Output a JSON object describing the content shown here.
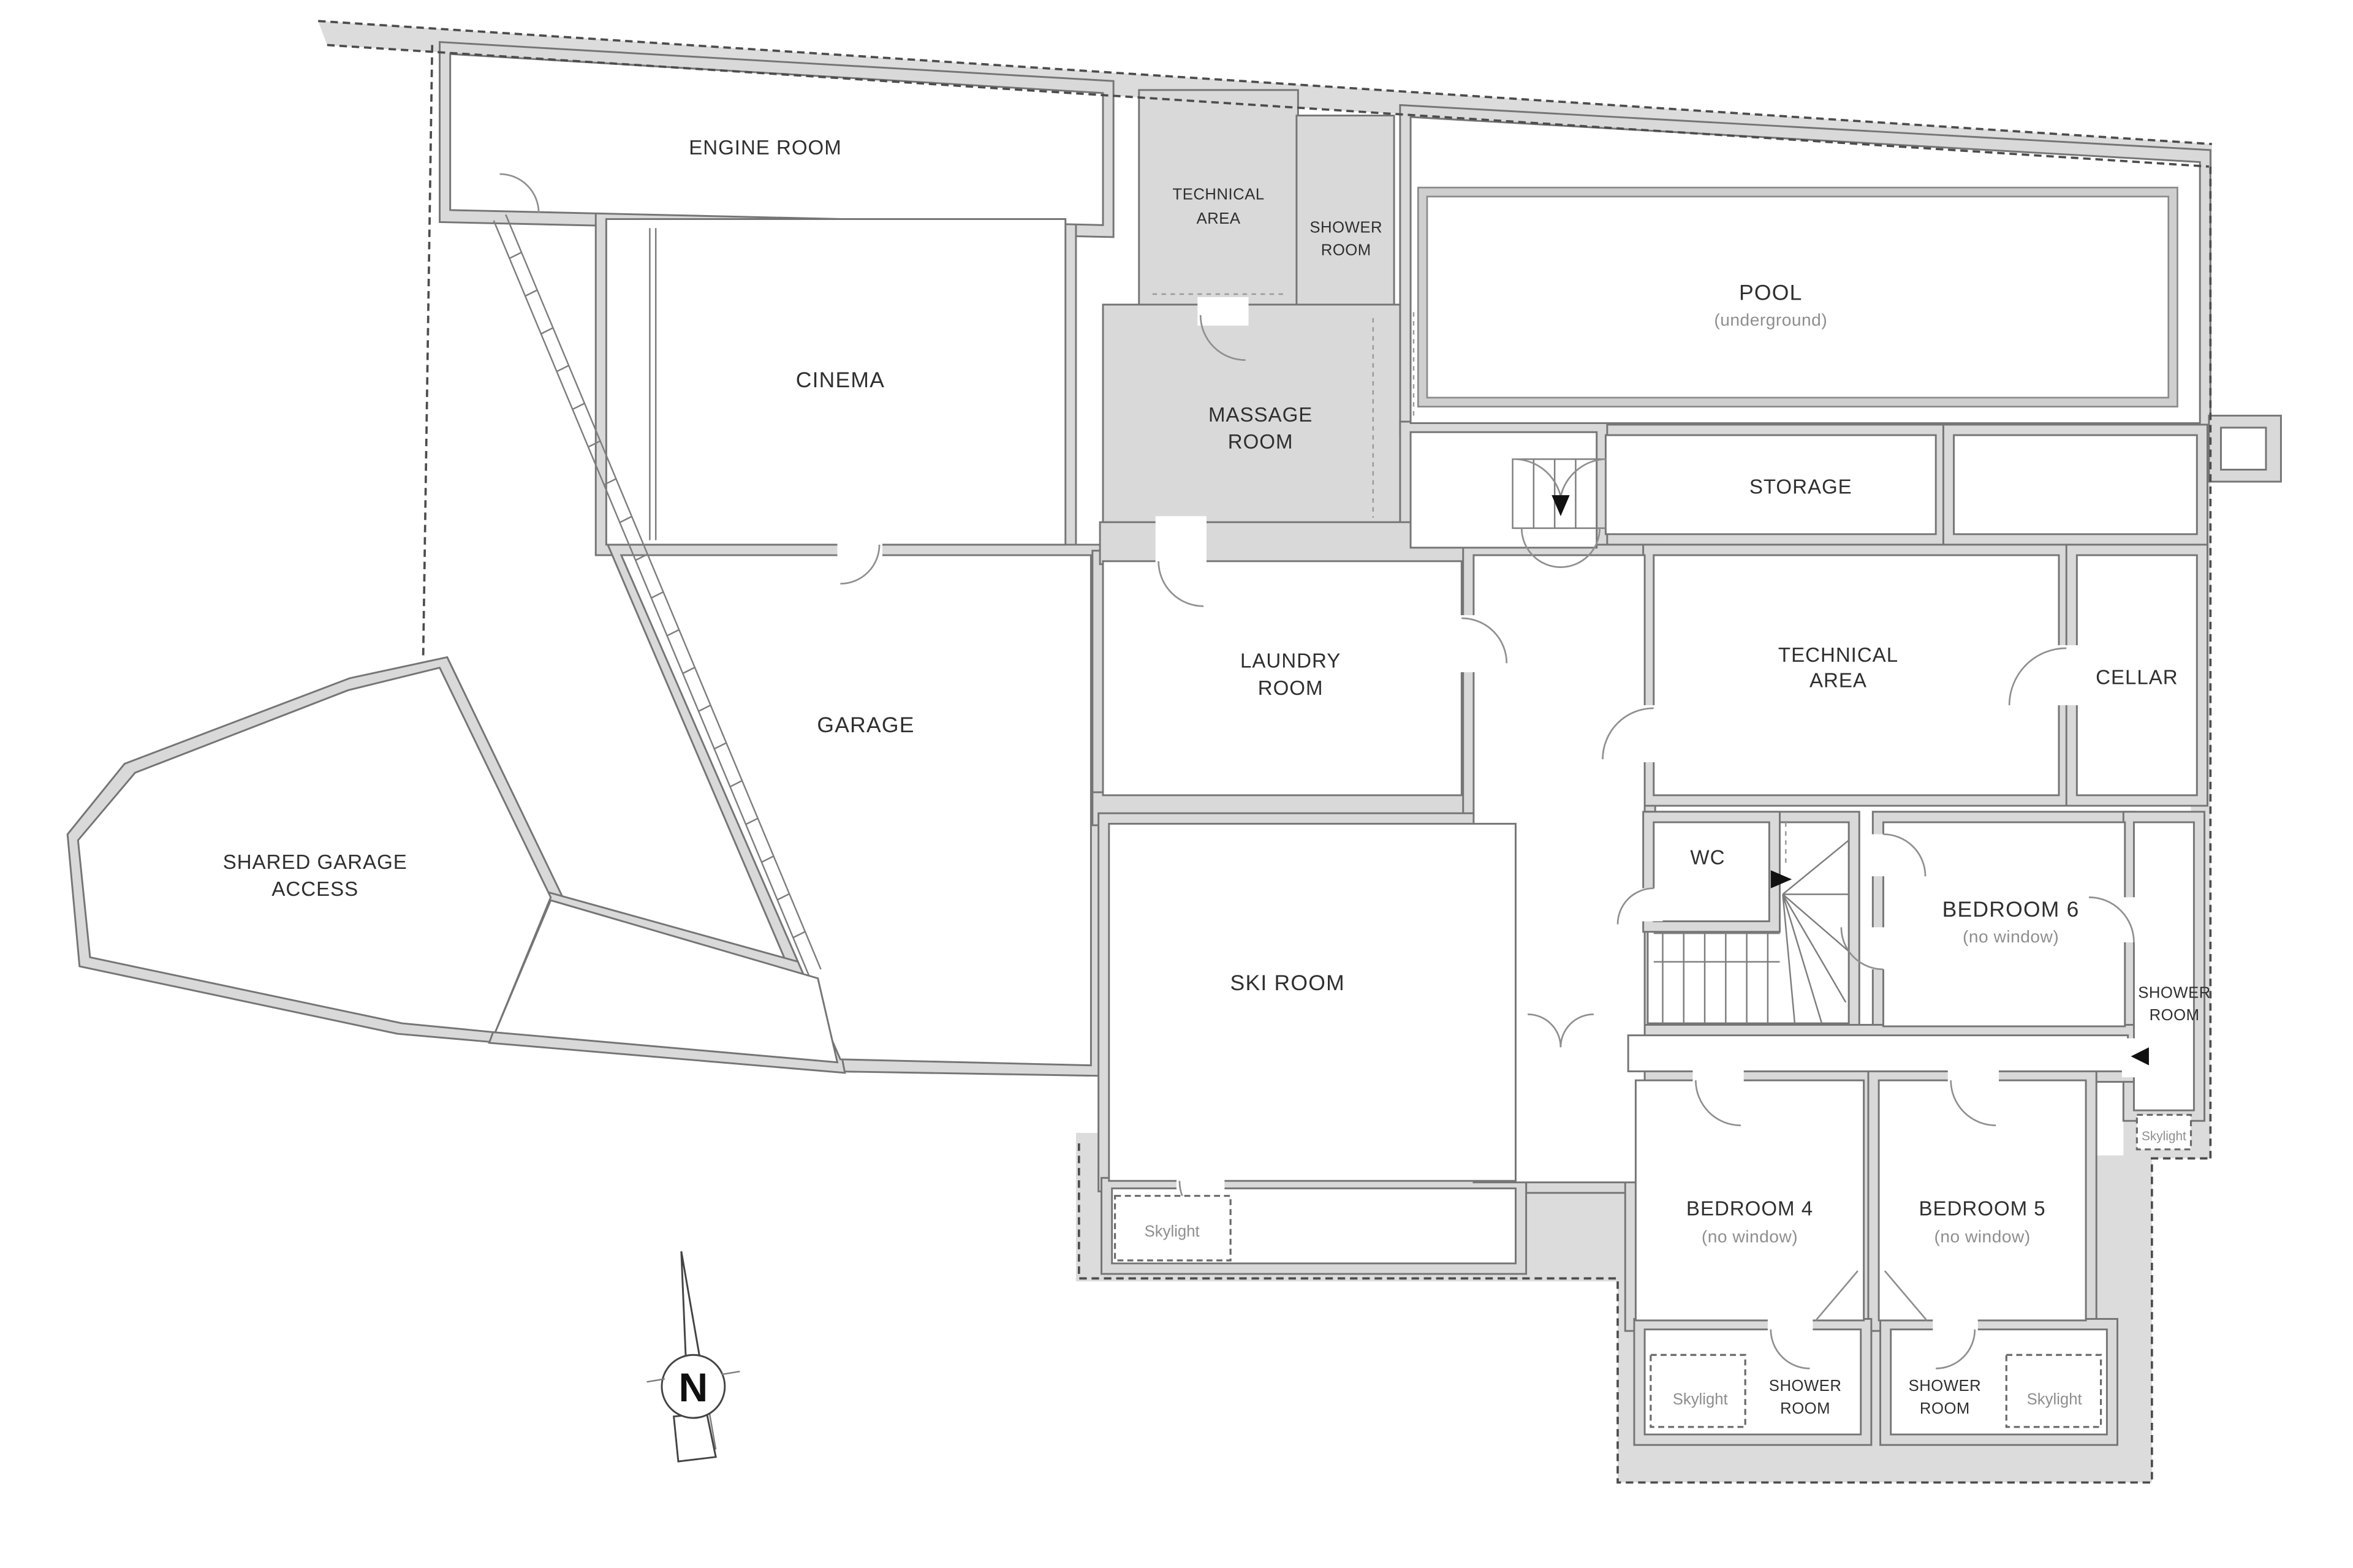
{
  "plan": {
    "compass": {
      "north_label": "N"
    },
    "rooms": {
      "engine_room": {
        "label": "ENGINE ROOM"
      },
      "technical_area_top": {
        "lines": [
          "TECHNICAL",
          "AREA"
        ]
      },
      "shower_room_top": {
        "lines": [
          "SHOWER",
          "ROOM"
        ]
      },
      "pool": {
        "label": "POOL",
        "sublabel": "(underground)"
      },
      "cinema": {
        "label": "CINEMA"
      },
      "massage_room": {
        "lines": [
          "MASSAGE",
          "ROOM"
        ]
      },
      "storage": {
        "label": "STORAGE"
      },
      "laundry_room": {
        "lines": [
          "LAUNDRY",
          "ROOM"
        ]
      },
      "technical_area_mid": {
        "lines": [
          "TECHNICAL",
          "AREA"
        ]
      },
      "cellar": {
        "label": "CELLAR"
      },
      "garage": {
        "label": "GARAGE"
      },
      "shared_garage_access": {
        "lines": [
          "SHARED GARAGE",
          "ACCESS"
        ]
      },
      "wc": {
        "label": "WC"
      },
      "bedroom_6": {
        "label": "BEDROOM 6",
        "sublabel": "(no window)"
      },
      "shower_room_bedroom6": {
        "lines": [
          "SHOWER",
          "ROOM"
        ]
      },
      "skylight_bedroom6": {
        "label": "Skylight"
      },
      "ski_room": {
        "label": "SKI ROOM"
      },
      "skylight_ski_room": {
        "label": "Skylight"
      },
      "bedroom_4": {
        "label": "BEDROOM 4",
        "sublabel": "(no window)"
      },
      "bedroom_5": {
        "label": "BEDROOM 5",
        "sublabel": "(no window)"
      },
      "skylight_bedroom4": {
        "label": "Skylight"
      },
      "shower_room_bedroom4": {
        "lines": [
          "SHOWER",
          "ROOM"
        ]
      },
      "shower_room_bedroom5": {
        "lines": [
          "SHOWER",
          "ROOM"
        ]
      },
      "skylight_bedroom5": {
        "label": "Skylight"
      }
    },
    "colors": {
      "wall_fill": "#d9d9d9",
      "wall_outline": "#757575",
      "site_band": "#dcdcdc",
      "boundary_dash": "#4c4c4c",
      "label_text": "#2f2f2f",
      "sublabel_text": "#8e8e8e",
      "door_arc": "#8f8f8f"
    }
  }
}
